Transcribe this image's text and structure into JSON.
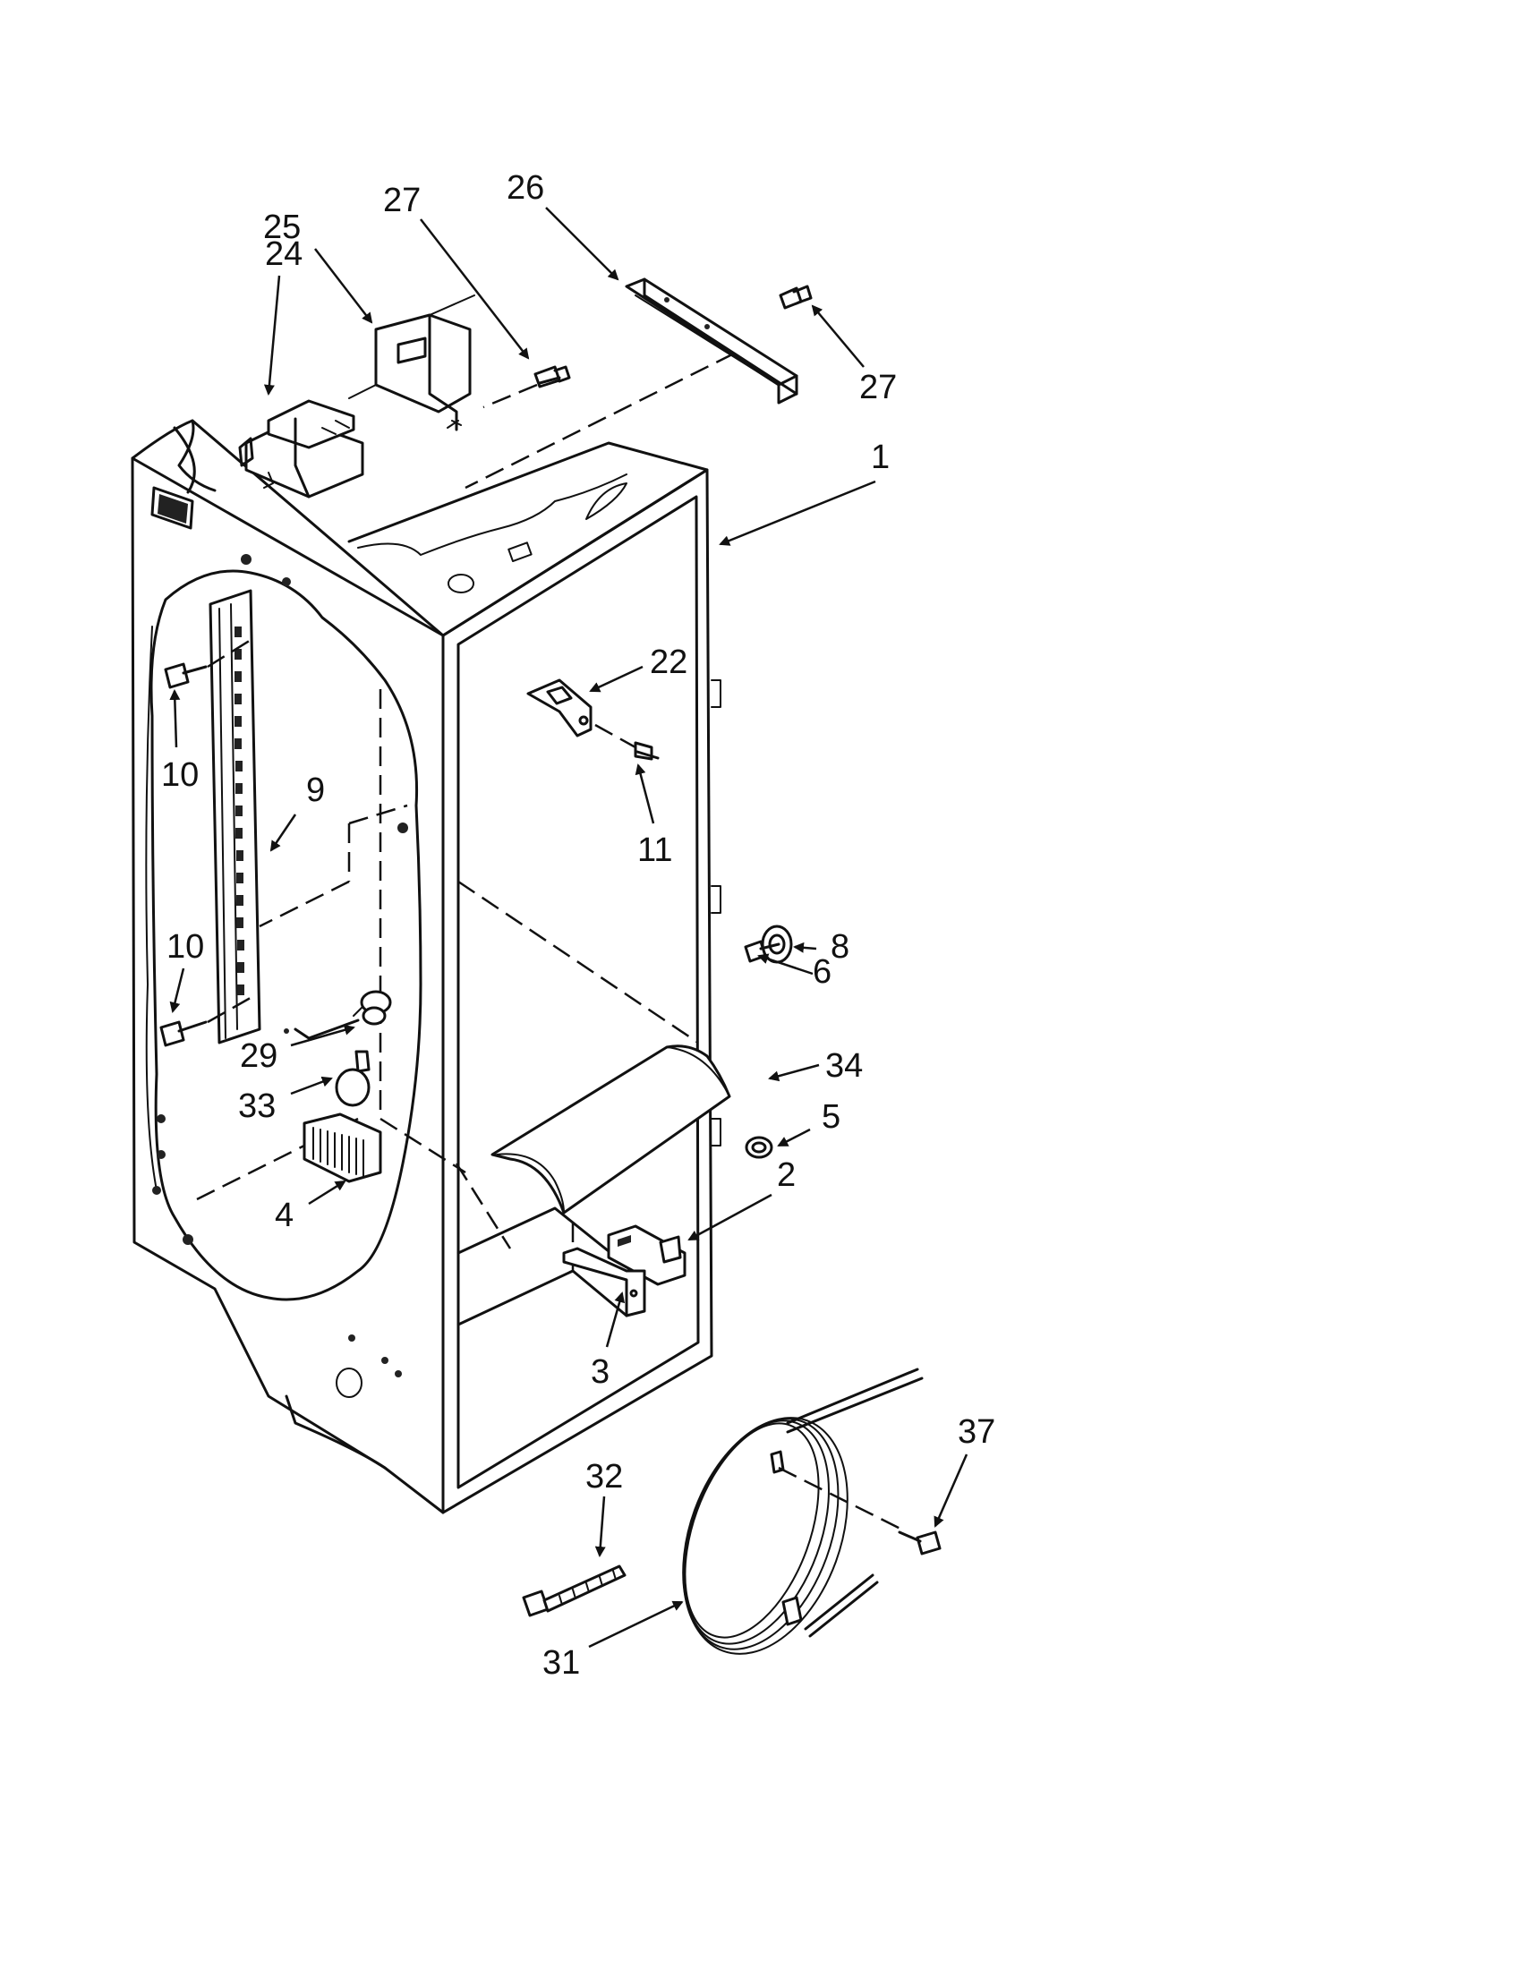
{
  "callouts": {
    "c1": "1",
    "c2": "2",
    "c3": "3",
    "c4": "4",
    "c5": "5",
    "c6": "6",
    "c8": "8",
    "c9": "9",
    "c10a": "10",
    "c10b": "10",
    "c11": "11",
    "c22": "22",
    "c24": "24",
    "c25": "25",
    "c26": "26",
    "c27a": "27",
    "c27b": "27",
    "c29": "29",
    "c31": "31",
    "c32": "32",
    "c33": "33",
    "c34": "34",
    "c37": "37"
  }
}
